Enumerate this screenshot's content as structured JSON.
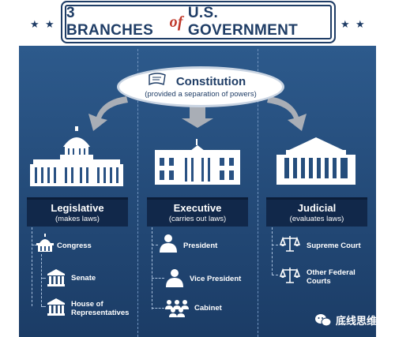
{
  "title": {
    "prefix": "3 BRANCHES",
    "of": "of",
    "suffix": "U.S. GOVERNMENT"
  },
  "constitution": {
    "title": "Constitution",
    "subtitle": "(provided a separation of powers)"
  },
  "branches": [
    {
      "name": "Legislative",
      "desc": "(makes laws)",
      "items": [
        "Congress",
        "Senate",
        "House of Representatives"
      ]
    },
    {
      "name": "Executive",
      "desc": "(carries out laws)",
      "items": [
        "President",
        "Vice President",
        "Cabinet"
      ]
    },
    {
      "name": "Judicial",
      "desc": "(evaluates laws)",
      "items": [
        "Supreme Court",
        "Other Federal Courts"
      ]
    }
  ],
  "watermark": {
    "text": "底线思维"
  },
  "colors": {
    "navy": "#1f3d66",
    "panel_top": "#2d5a8c",
    "panel_bottom": "#1b3c66",
    "accent_red": "#c0392b",
    "arrow_gray": "#a9aeb6"
  },
  "icons": [
    "star-icon",
    "scroll-icon",
    "capitol-icon",
    "white-house-icon",
    "supreme-court-icon",
    "dome-icon",
    "columns-icon",
    "person-icon",
    "group-icon",
    "scales-icon",
    "wechat-icon"
  ]
}
